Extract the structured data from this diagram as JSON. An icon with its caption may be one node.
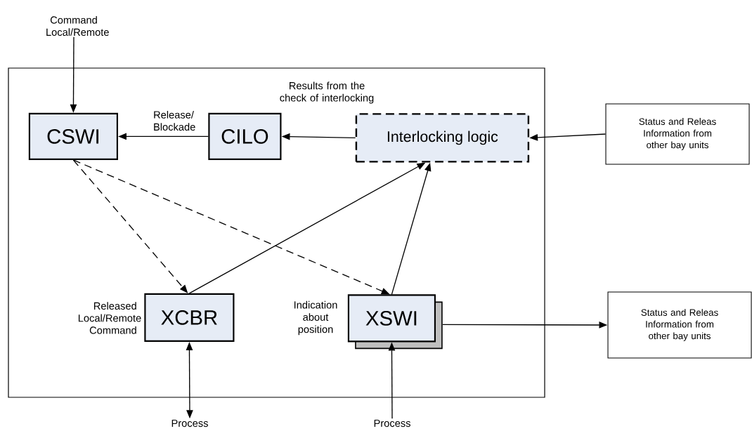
{
  "diagram": {
    "nodes": [
      {
        "text": [],
        "shape": "box"
      },
      {
        "text": [
          "Command Local/Remote"
        ]
      },
      {
        "text": [
          "CSWI"
        ],
        "in": 0
      },
      {
        "text": [
          "CILO"
        ],
        "in": 0
      },
      {
        "text": [
          "Interlocking logic"
        ],
        "in": 0
      },
      {
        "text": [
          "Status and Releas Information from other bay units"
        ]
      },
      {
        "text": [
          "XCBR"
        ],
        "in": 0,
        "beside": [
          "Released Local/Remote Command"
        ]
      },
      {
        "text": [
          "XSWI"
        ],
        "in": 0,
        "beside": [
          "Indication about position"
        ]
      },
      {
        "text": [
          "Status and Releas Information from other bay units"
        ]
      },
      {
        "text": [
          "Process"
        ]
      },
      {
        "text": [
          "Process"
        ]
      }
    ],
    "edges": [
      {
        "from": 1,
        "to": 2,
        "arrow": "to"
      },
      {
        "from": 3,
        "to": 2,
        "arrow": "to",
        "label": "Release/ Blockade"
      },
      {
        "from": 4,
        "to": 3,
        "arrow": "to",
        "label": "Results from the check of interlocking"
      },
      {
        "from": 5,
        "to": 4,
        "arrow": "to"
      },
      {
        "from": 2,
        "to": 6,
        "arrow": "to",
        "style": "dashed"
      },
      {
        "from": 2,
        "to": 7,
        "arrow": "to",
        "style": "dashed"
      },
      {
        "from": 6,
        "to": 4,
        "arrow": "to"
      },
      {
        "from": 7,
        "to": 4,
        "arrow": "to"
      },
      {
        "from": 7,
        "to": 8,
        "arrow": "to"
      },
      {
        "from": 6,
        "to": 9,
        "arrow": "both"
      },
      {
        "from": 10,
        "to": 7,
        "arrow": "to"
      }
    ]
  }
}
